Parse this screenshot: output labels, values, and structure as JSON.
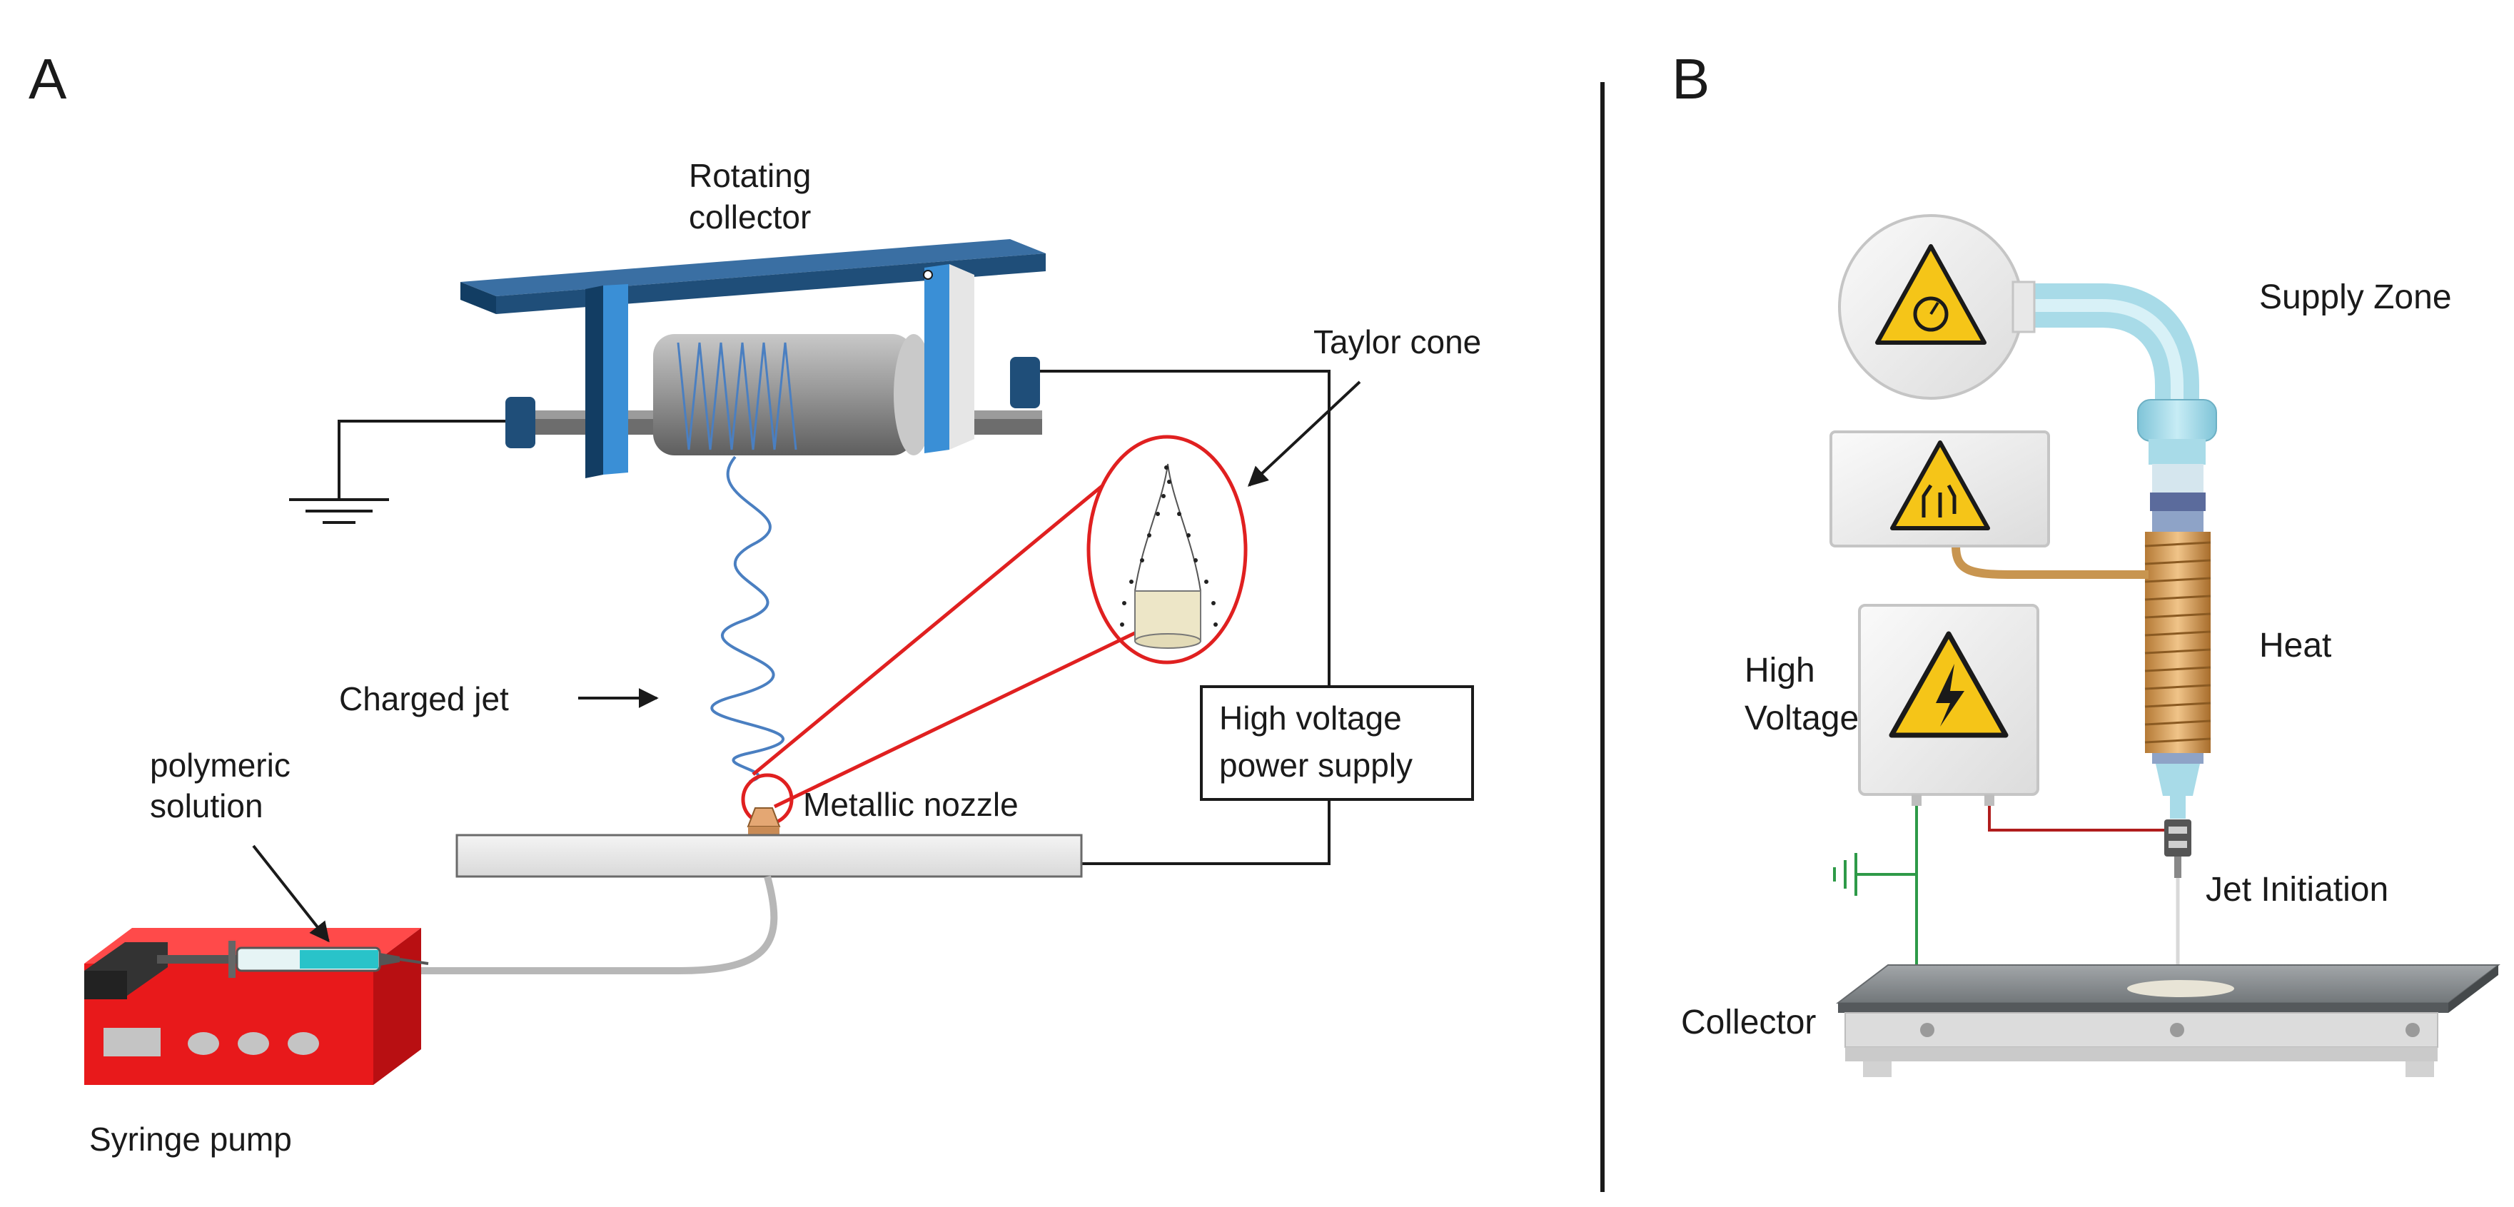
{
  "panel_a": {
    "letter": "A",
    "labels": {
      "rotating_collector_line1": "Rotating",
      "rotating_collector_line2": "collector",
      "taylor_cone": "Taylor cone",
      "charged_jet": "Charged jet",
      "polymeric_solution_line1": "polymeric",
      "polymeric_solution_line2": "solution",
      "metallic_nozzle": "Metallic nozzle",
      "power_supply_line1": "High voltage",
      "power_supply_line2": "power supply",
      "syringe_pump": "Syringe pump"
    },
    "colors": {
      "collector_frame": "#1f4e79",
      "collector_frame_light": "#3a8fd6",
      "drum": "#8c8c8c",
      "jet": "#4a7fc1",
      "zoom_circle": "#e02020",
      "pump_body": "#e8191b",
      "pump_dark": "#222222",
      "syringe_fluid": "#29c3c9",
      "nozzle": "#e4a773"
    }
  },
  "panel_b": {
    "letter": "B",
    "labels": {
      "supply_zone": "Supply Zone",
      "heat": "Heat",
      "high_voltage_line1": "High",
      "high_voltage_line2": "Voltage",
      "jet_initiation": "Jet Initiation",
      "collector": "Collector"
    },
    "icons": [
      "pressure-gauge-warning-icon",
      "hot-surface-warning-icon",
      "high-voltage-warning-icon"
    ],
    "colors": {
      "warning_yellow": "#f5c518",
      "supply_pipe": "#a8dbe8",
      "syringe_barrel": "#8ea3c7",
      "heater_coil": "#d9a15c",
      "ground_wire": "#2e9a48",
      "hv_wire": "#b01d1d",
      "collector_plate": "#8a8e91"
    }
  }
}
